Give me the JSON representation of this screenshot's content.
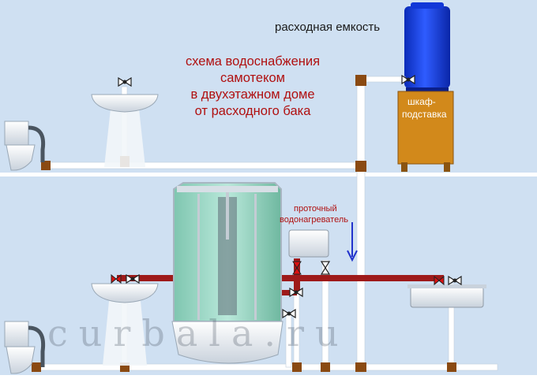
{
  "labels": {
    "tank": "расходная емкость",
    "title_lines": [
      "схема водоснабжения",
      "самотеком",
      "в двухэтажном доме",
      "от расходного бака"
    ],
    "cabinet_line1": "шкаф-",
    "cabinet_line2": "подставка",
    "heater_line1": "проточный",
    "heater_line2": "водонагреватель"
  },
  "watermark": "curbala.ru",
  "colors": {
    "background": "#cfe0f2",
    "floor": "#ffffff",
    "cold_pipe": "#ffffff",
    "hot_pipe": "#9e1a1a",
    "fitting": "#8a4a12",
    "tank": "#1238d8",
    "cabinet": "#d2891b",
    "title_text": "#b01010",
    "flow_arrow": "#2233cc"
  },
  "icons": [
    "valve-icon",
    "flow-arrow-icon"
  ]
}
